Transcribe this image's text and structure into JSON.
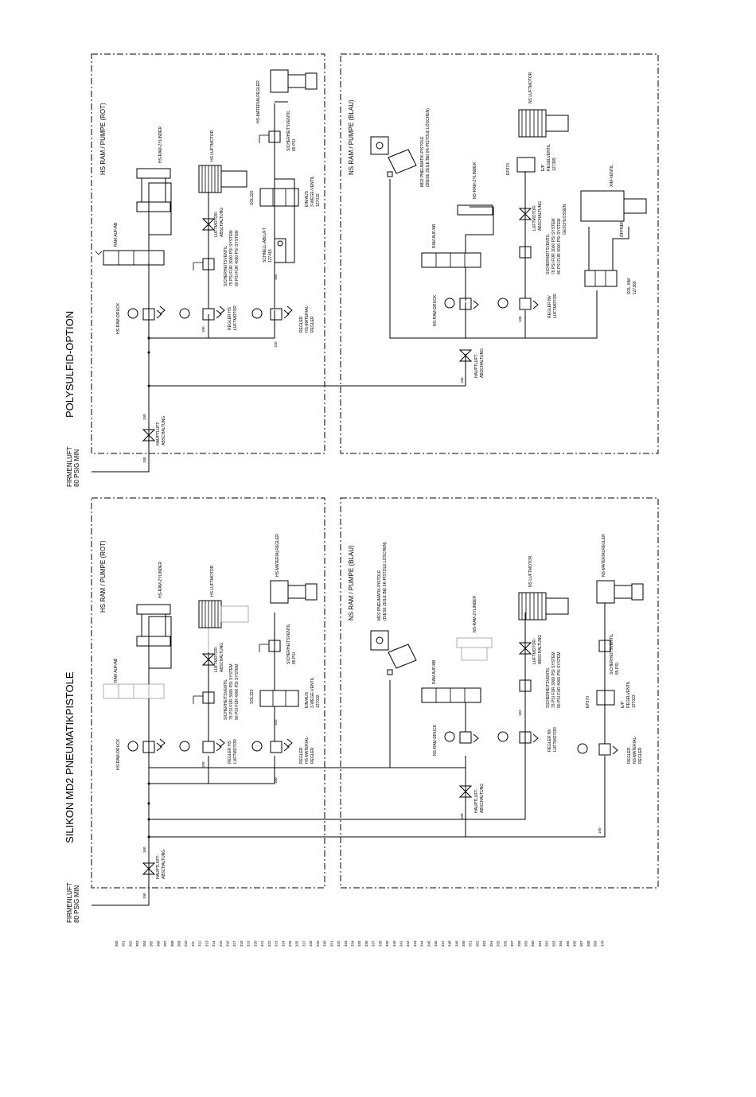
{
  "sections": {
    "poly": {
      "title": "POLYSULFID-OPTION",
      "hs": {
        "title": "HS RAM / PUMPE (ROT)"
      },
      "ns": {
        "title": "NS RAM / PUMPE (BLAU)"
      }
    },
    "silikon": {
      "title": "SILIKON MD2 PNEUMATIKPISTOLE",
      "hs": {
        "title": "HS RAM / PUMPE (ROT)"
      },
      "ns": {
        "title": "NS RAM / PUMPE (BLAU)"
      }
    }
  },
  "supply": {
    "line1": "FIRMENLUFT",
    "line2": "80 PSIG MIN"
  },
  "poly_labels": {
    "haupt1": "HAUPTLUFT-",
    "haupt2": "ABSCHALTUNG",
    "hs_ram_druck": "HS-RAM-DRUCK",
    "ram_aufab": "RAM AUF/AB",
    "hs_ram_zyl": "HS-RAM-ZYLINDER",
    "hs_luftmotor": "HS LUFTMOTOR",
    "luftmotor_abs1": "LUFTMOTOR-",
    "luftmotor_abs2": "ABSCHALTUNG",
    "sich1": "SICHERHEITSVENTIL",
    "sich2": "75 PSI FÜR 3000 PSI SYSTEM",
    "sich3": "90 PSI FÜR 4000 PSI SYSTEM",
    "regler_hs1": "REGLER HS",
    "regler_hs2": "LUFTMOTOR",
    "regler_mat1": "REGLER",
    "regler_mat2": "HS-MATERIAL-",
    "regler_mat3": "REGLER",
    "schnell1": "SCHNELL-ABLUFT",
    "schnell2": "127415",
    "sol320": "SOL320",
    "einaus1": "EIN/AUS",
    "einaus2": "3-WEGE-VENTIL",
    "einaus3": "127032",
    "sich85_1": "SICHERHEITSVENTIL",
    "sich85_2": "85 PSI",
    "hs_mat_regler": "HS-MATERIALREGLER",
    "md2_1": "MD2 PNEUMATIK-PISTOLE",
    "md2_2": "(DIESE ZEILE BEI 6K-PISTOLE LÖSCHEN)",
    "ns_ram_zyl": "NS-RAM-ZYLINDER",
    "ns_ram_druck": "NS-RAM-DRUCK",
    "regler_nv1": "REGLER NV",
    "regler_nv2": "LUFTMOTOR",
    "sich_ns1": "SICHERHEITSVENTIL",
    "sich_ns2": "75 PSI FÜR 3000 PSI SYSTEM",
    "sich_ns3": "90 PSI FÜR 4000 PSI SYSTEM",
    "ep370": "EP370",
    "ep1": "E/P",
    "ep2": "REGELVENTIL",
    "ep3": "127399",
    "ns_luftmotor": "NS LUFTMOTOR",
    "xim": "XIM-VENTIL",
    "offnen": "ÖFFNEN",
    "geschl": "GESCHLOSSEN",
    "solxim1": "SOL XIM",
    "solxim2": "127366",
    "n100": "100",
    "n102": "102"
  },
  "sil_labels": {
    "haupt1": "HAUPTLUFT-",
    "haupt2": "ABSCHALTUNG",
    "hs_ram_druck": "HS-RAM-DRUCK",
    "ram_aufab": "RAM AUF/AB",
    "hs_ram_zyl": "HS-RAM-ZYLINDER",
    "hs_luftmotor": "HS LUFTMOTOR",
    "luftmotor_abs1": "LUFTMOTOR-",
    "luftmotor_abs2": "ABSCHALTUNG",
    "sich1": "SICHERHEITSVENTIL",
    "sich2": "75 PSI FÜR 3000 PSI SYSTEM",
    "sich3": "90 PSI FÜR 4000 PSI SYSTEM",
    "regler_hs1": "REGLER HS",
    "regler_hs2": "LUFTMOTOR",
    "regler_mat1": "REGLER",
    "regler_mat2": "HS-MATERIAL-",
    "regler_mat3": "REGLER",
    "sol320": "SOL320",
    "einaus1": "EIN/AUS",
    "einaus2": "3-WEGE-VENTIL",
    "einaus3": "127032",
    "sich85_1": "SICHERHEITSVENTIL",
    "sich85_2": "85 PSI",
    "hs_mat_regler": "HS-MATERIALREGLER",
    "md2_1": "MD2 PNEUMATIK-PISTOLE",
    "md2_2": "(DIESE ZEILE BEI 6K-PISTOLE LÖSCHEN)",
    "ns_ram_zyl": "NS-RAM-ZYLINDER",
    "ns_ram_druck": "NS-RAM-DRUCK",
    "ns_luftmotor": "NS LUFTMOTOR",
    "regler_nv1": "REGLER NV",
    "regler_nv2": "LUFTMOTOR",
    "ns_mat_regler": "NS-MATERIALREGLER",
    "ep370": "EP370",
    "ep1": "E/P",
    "ep2": "REGELVENTIL",
    "ep3": "127023",
    "regler_ns1": "REGLER",
    "regler_ns2": "NS-MATERIAL-",
    "regler_ns3": "REGLER",
    "n100": "100",
    "n102": "102",
    "n103": "103"
  },
  "line_numbers": [
    "300",
    "301",
    "302",
    "303",
    "304",
    "305",
    "306",
    "307",
    "308",
    "309",
    "310",
    "311",
    "312",
    "313",
    "314",
    "315",
    "316",
    "317",
    "318",
    "319",
    "320",
    "321",
    "322",
    "323",
    "324",
    "325",
    "326",
    "327",
    "328",
    "329",
    "330",
    "331",
    "332",
    "333",
    "334",
    "335",
    "336",
    "337",
    "338",
    "339",
    "340",
    "341",
    "342",
    "343",
    "344",
    "345",
    "346",
    "347",
    "348",
    "349",
    "350",
    "351",
    "352",
    "353",
    "354",
    "355",
    "356",
    "357",
    "358",
    "359",
    "360",
    "361",
    "362",
    "363",
    "364",
    "365",
    "366",
    "367",
    "368",
    "369",
    "370"
  ]
}
